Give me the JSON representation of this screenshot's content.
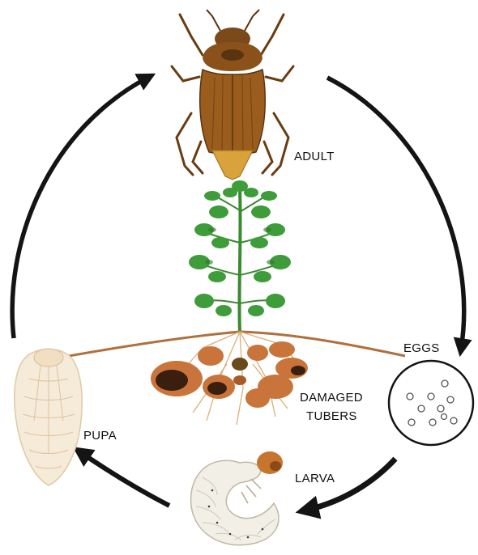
{
  "labels": {
    "adult": "ADULT",
    "eggs": "EGGS",
    "damaged_line1": "DAMAGED",
    "damaged_line2": "TUBERS",
    "larva": "LARVA",
    "pupa": "PUPA"
  },
  "colors": {
    "arrow": "#141414",
    "beetle_body": "#9a5d1d",
    "beetle_dark": "#5a3410",
    "beetle_tip": "#d9a23a",
    "leaf": "#3f9c3a",
    "leaf_dark": "#2c7a2a",
    "root": "#a86a3a",
    "soil_line": "#b0703c",
    "tuber": "#c9743a",
    "tuber_rot": "#3a1e0e",
    "larva": "#f2efe6",
    "larva_head": "#c7742e",
    "pupa": "#f6ead8"
  },
  "icons": {
    "adult": "beetle-adult-icon",
    "plant": "potato-plant-icon",
    "eggs": "eggs-circle-icon",
    "larva": "c-shaped-grub-icon",
    "pupa": "pupa-icon"
  }
}
